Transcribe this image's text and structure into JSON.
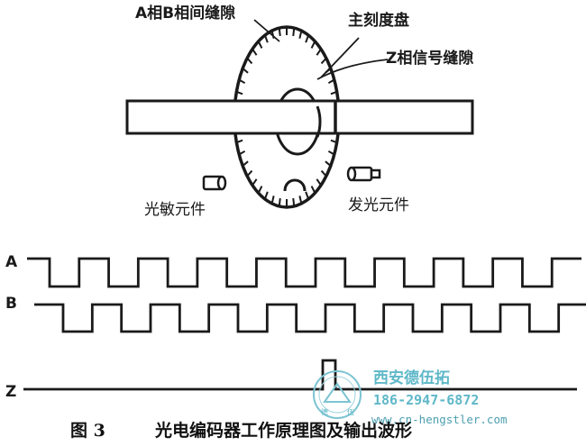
{
  "diagram": {
    "labels": {
      "ab_slit": "A相B相间缝隙",
      "main_disk": "主刻度盘",
      "z_slit": "Z相信号缝隙",
      "photo_sensor": "光敏元件",
      "light_emitter": "发光元件"
    },
    "waveforms": [
      {
        "name": "A",
        "pulses": 9
      },
      {
        "name": "B",
        "pulses": 9
      },
      {
        "name": "Z",
        "pulses": 1
      }
    ],
    "caption": {
      "figure_no": "图 3",
      "title": "光电编码器工作原理图及输出波形"
    }
  },
  "watermark": {
    "company": "西安德伍拓",
    "phone": "186-2947-6872",
    "url": "www.cn-hengstler.com",
    "seal_left": "德",
    "seal_right": "伍"
  },
  "colors": {
    "ink": "#1a1a1a",
    "watermark": "#5fb8c8"
  }
}
